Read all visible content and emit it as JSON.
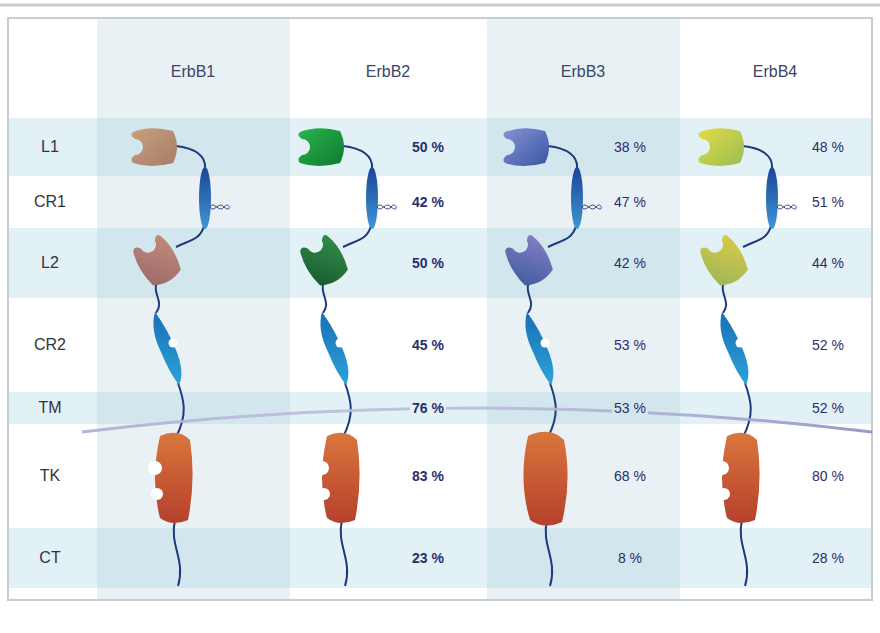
{
  "diagram": {
    "labels": [
      "ErbB1",
      "ErbB2",
      "ErbB3",
      "ErbB4",
      "L1",
      "50 %",
      "38 %",
      "48 %",
      "CR1",
      "42 %",
      "47 %",
      "51 %",
      "L2",
      "50 %",
      "42 %",
      "44 %",
      "CR2",
      "45 %",
      "53 %",
      "52 %",
      "TM",
      "76 %",
      "53 %",
      "52 %",
      "TK",
      "83 %",
      "68 %",
      "80 %",
      "CT",
      "23 %",
      "8 %",
      "28 %"
    ]
  }
}
